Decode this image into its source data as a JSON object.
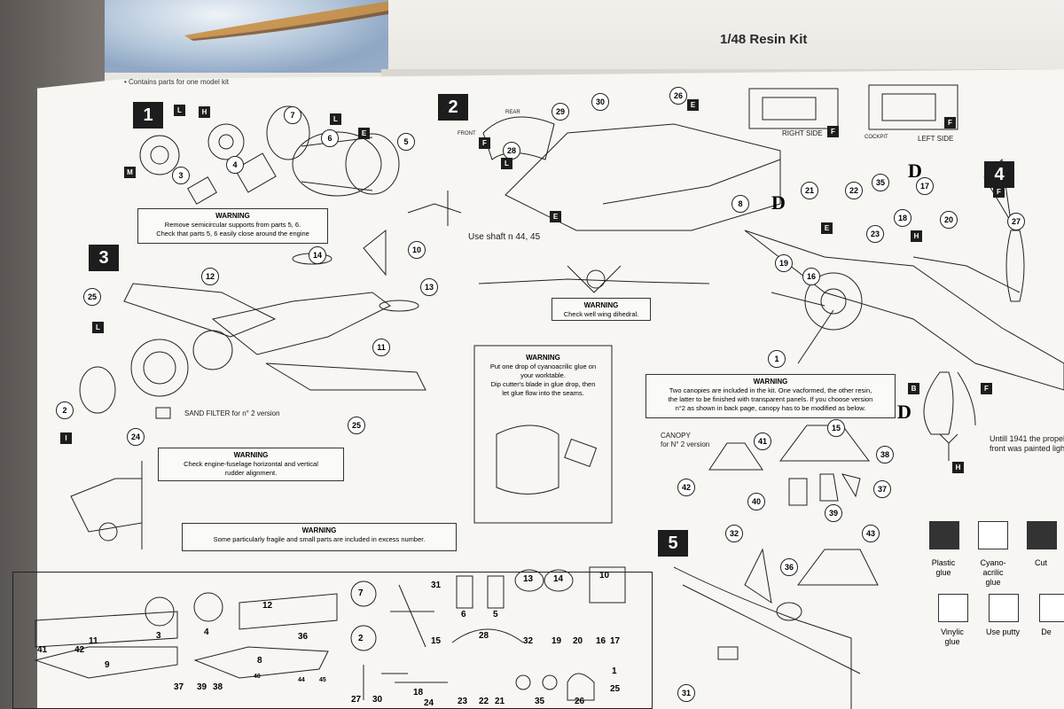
{
  "box": {
    "scale_label": "1/48 Resin Kit",
    "contains_fragment": "• Contains parts for one model kit"
  },
  "steps": [
    "1",
    "2",
    "3",
    "4",
    "5"
  ],
  "warnings": {
    "engine_supports": {
      "title": "WARNING",
      "lines": [
        "Remove semicircular supports from parts 5, 6.",
        "Check that parts 5, 6 easily close around the engine"
      ]
    },
    "wing_dihedral": {
      "title": "WARNING",
      "lines": [
        "Check well wing dihedral."
      ]
    },
    "cyano": {
      "title": "WARNING",
      "lines": [
        "Put one drop of cyanoacrilic glue on",
        "your worktable.",
        "Dip cutter's blade in glue drop, then",
        "let glue flow into the seams."
      ]
    },
    "alignment": {
      "title": "WARNING",
      "lines": [
        "Check engine-fuselage horizontal and vertical",
        "rudder alignment."
      ]
    },
    "excess": {
      "title": "WARNING",
      "lines": [
        "Some particularly fragile and small parts are included in excess number."
      ]
    },
    "canopies": {
      "title": "WARNING",
      "lines": [
        "Two canopies are included in the kit. One vacformed, the other resin,",
        "the latter to be finished with transparent panels. If you choose version",
        "n°2 as shown in back page, canopy has to be modified as below."
      ]
    }
  },
  "labels": {
    "shaft": "Use shaft n 44, 45",
    "sand_filter": "SAND FILTER for n° 2 version",
    "canopy": "CANOPY",
    "canopy_version": "for N° 2 version",
    "right_side": "RIGHT SIDE",
    "cockpit": "COCKPIT",
    "left_side": "LEFT SIDE",
    "rear": "REAR",
    "front": "FRONT",
    "propeller_note_1": "Untill 1941 the propel",
    "propeller_note_2": "front was painted light"
  },
  "legend": [
    {
      "label": "Plastic\nglue",
      "icon": "glue-tube-icon"
    },
    {
      "label": "Cyano-\nacrilic\nglue",
      "icon": "cyano-icon"
    },
    {
      "label": "Cut",
      "icon": "knife-icon"
    },
    {
      "label": "Vinylic\nglue",
      "icon": "vinyl-tube-icon"
    },
    {
      "label": "Use putty",
      "icon": "putty-icon"
    },
    {
      "label": "De",
      "icon": "drill-icon"
    }
  ],
  "colors": {
    "ink": "#1b1b1b",
    "paper": "#f7f6f3",
    "box": "#ece9e4"
  }
}
